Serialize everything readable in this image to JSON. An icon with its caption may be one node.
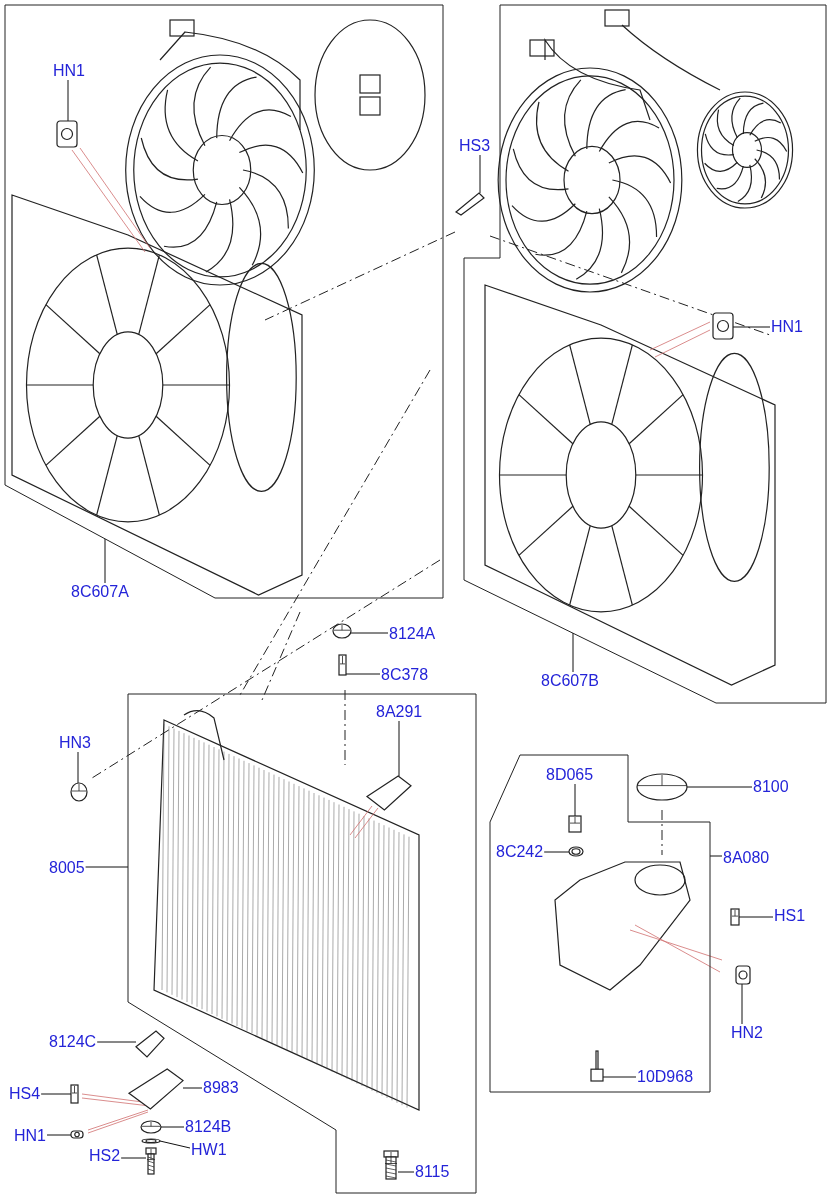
{
  "diagram": {
    "nodes": [
      {
        "text": [],
        "shape": "box"
      },
      {
        "text": [],
        "shape": "box"
      },
      {
        "text": [],
        "shape": "box"
      },
      {
        "text": [],
        "shape": "box"
      },
      {
        "text": [
          "HN1"
        ],
        "in": 0
      },
      {
        "text": [
          "HS3"
        ]
      },
      {
        "text": [
          "HN1"
        ],
        "in": 1
      },
      {
        "text": [
          "8C607A"
        ]
      },
      {
        "text": [
          "8C607B"
        ]
      },
      {
        "text": [
          "8124A"
        ]
      },
      {
        "text": [
          "8C378"
        ]
      },
      {
        "text": [
          "HN3"
        ]
      },
      {
        "text": [
          "8A291"
        ],
        "in": 2
      },
      {
        "text": [
          "8005"
        ]
      },
      {
        "text": [
          "8D065"
        ],
        "in": 3
      },
      {
        "text": [
          "8100"
        ]
      },
      {
        "text": [
          "8C242"
        ],
        "in": 3
      },
      {
        "text": [
          "8A080"
        ]
      },
      {
        "text": [
          "HS1"
        ]
      },
      {
        "text": [
          "HN2"
        ]
      },
      {
        "text": [
          "10D968"
        ],
        "in": 3
      },
      {
        "text": [
          "8124C"
        ]
      },
      {
        "text": [
          "8983"
        ]
      },
      {
        "text": [
          "HS4"
        ]
      },
      {
        "text": [
          "8124B"
        ]
      },
      {
        "text": [
          "HN1"
        ]
      },
      {
        "text": [
          "HS2"
        ]
      },
      {
        "text": [
          "HW1"
        ]
      },
      {
        "text": [
          "8115"
        ],
        "in": 2
      },
      {
        "text": [],
        "shape": "picture",
        "in": 0
      },
      {
        "text": [],
        "shape": "picture"
      },
      {
        "text": [],
        "shape": "picture",
        "in": 1
      },
      {
        "text": [],
        "shape": "picture"
      },
      {
        "text": [],
        "shape": "picture"
      },
      {
        "text": [],
        "shape": "picture"
      },
      {
        "text": [],
        "shape": "picture",
        "in": 2
      },
      {
        "text": [],
        "shape": "picture",
        "in": 3
      },
      {
        "text": [],
        "shape": "picture"
      },
      {
        "text": [],
        "shape": "picture",
        "in": 3
      },
      {
        "text": [],
        "shape": "picture"
      },
      {
        "text": [],
        "shape": "picture"
      },
      {
        "text": [],
        "shape": "picture",
        "in": 3
      },
      {
        "text": [],
        "shape": "picture"
      },
      {
        "text": [],
        "shape": "picture"
      },
      {
        "text": [],
        "shape": "picture"
      },
      {
        "text": [],
        "shape": "picture"
      },
      {
        "text": [],
        "shape": "picture"
      },
      {
        "text": [],
        "shape": "picture"
      },
      {
        "text": [],
        "shape": "picture"
      },
      {
        "text": [],
        "shape": "picture",
        "in": 2
      }
    ],
    "edges": [
      {
        "from": 4,
        "to": 29,
        "arrow": "none"
      },
      {
        "from": 5,
        "to": 30,
        "arrow": "none"
      },
      {
        "from": 6,
        "to": 31,
        "arrow": "none"
      },
      {
        "from": 7,
        "to": 0,
        "arrow": "none"
      },
      {
        "from": 8,
        "to": 1,
        "arrow": "none"
      },
      {
        "from": 9,
        "to": 32,
        "arrow": "none"
      },
      {
        "from": 10,
        "to": 33,
        "arrow": "none"
      },
      {
        "from": 11,
        "to": 34,
        "arrow": "none"
      },
      {
        "from": 12,
        "to": 35,
        "arrow": "none"
      },
      {
        "from": 13,
        "to": 2,
        "arrow": "none"
      },
      {
        "from": 14,
        "to": 36,
        "arrow": "none"
      },
      {
        "from": 15,
        "to": 37,
        "arrow": "none"
      },
      {
        "from": 16,
        "to": 38,
        "arrow": "none"
      },
      {
        "from": 17,
        "to": 3,
        "arrow": "none"
      },
      {
        "from": 18,
        "to": 39,
        "arrow": "none"
      },
      {
        "from": 19,
        "to": 40,
        "arrow": "none"
      },
      {
        "from": 20,
        "to": 41,
        "arrow": "none"
      },
      {
        "from": 21,
        "to": 42,
        "arrow": "none"
      },
      {
        "from": 22,
        "to": 43,
        "arrow": "none"
      },
      {
        "from": 23,
        "to": 44,
        "arrow": "none"
      },
      {
        "from": 24,
        "to": 45,
        "arrow": "none"
      },
      {
        "from": 25,
        "to": 46,
        "arrow": "none"
      },
      {
        "from": 26,
        "to": 47,
        "arrow": "none"
      },
      {
        "from": 27,
        "to": 48,
        "arrow": "none"
      },
      {
        "from": 28,
        "to": 49,
        "arrow": "none"
      }
    ]
  }
}
